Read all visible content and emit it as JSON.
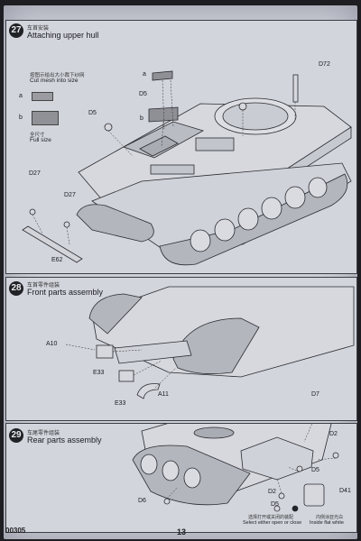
{
  "steps": [
    {
      "number": "27",
      "title_cn": "车首安装",
      "title_en": "Attaching upper hull",
      "mesh_note_cn": "按图示给出大小裁下纱网",
      "mesh_note_en": "Cut mesh into size",
      "swatch_a": "a",
      "swatch_b": "b",
      "fullsize_cn": "全尺寸",
      "fullsize_en": "Full size",
      "parts": [
        "a",
        "D72",
        "D5",
        "D5",
        "b",
        "D27",
        "D27",
        "E62"
      ]
    },
    {
      "number": "28",
      "title_cn": "车首零件组装",
      "title_en": "Front parts assembly",
      "parts": [
        "A10",
        "E33",
        "E33",
        "A11"
      ]
    },
    {
      "number": "29",
      "title_cn": "车尾零件组装",
      "title_en": "Rear parts assembly",
      "parts": [
        "D7",
        "D2",
        "D5",
        "D41",
        "D6",
        "D2",
        "D5"
      ],
      "note_cn": "选择打开或关闭的装配",
      "note_en": "Select either open or close",
      "paint_cn": "内侧涂亚光白",
      "paint_en": "Inside flat white"
    }
  ],
  "footer": {
    "code": "00305",
    "page": "13"
  }
}
